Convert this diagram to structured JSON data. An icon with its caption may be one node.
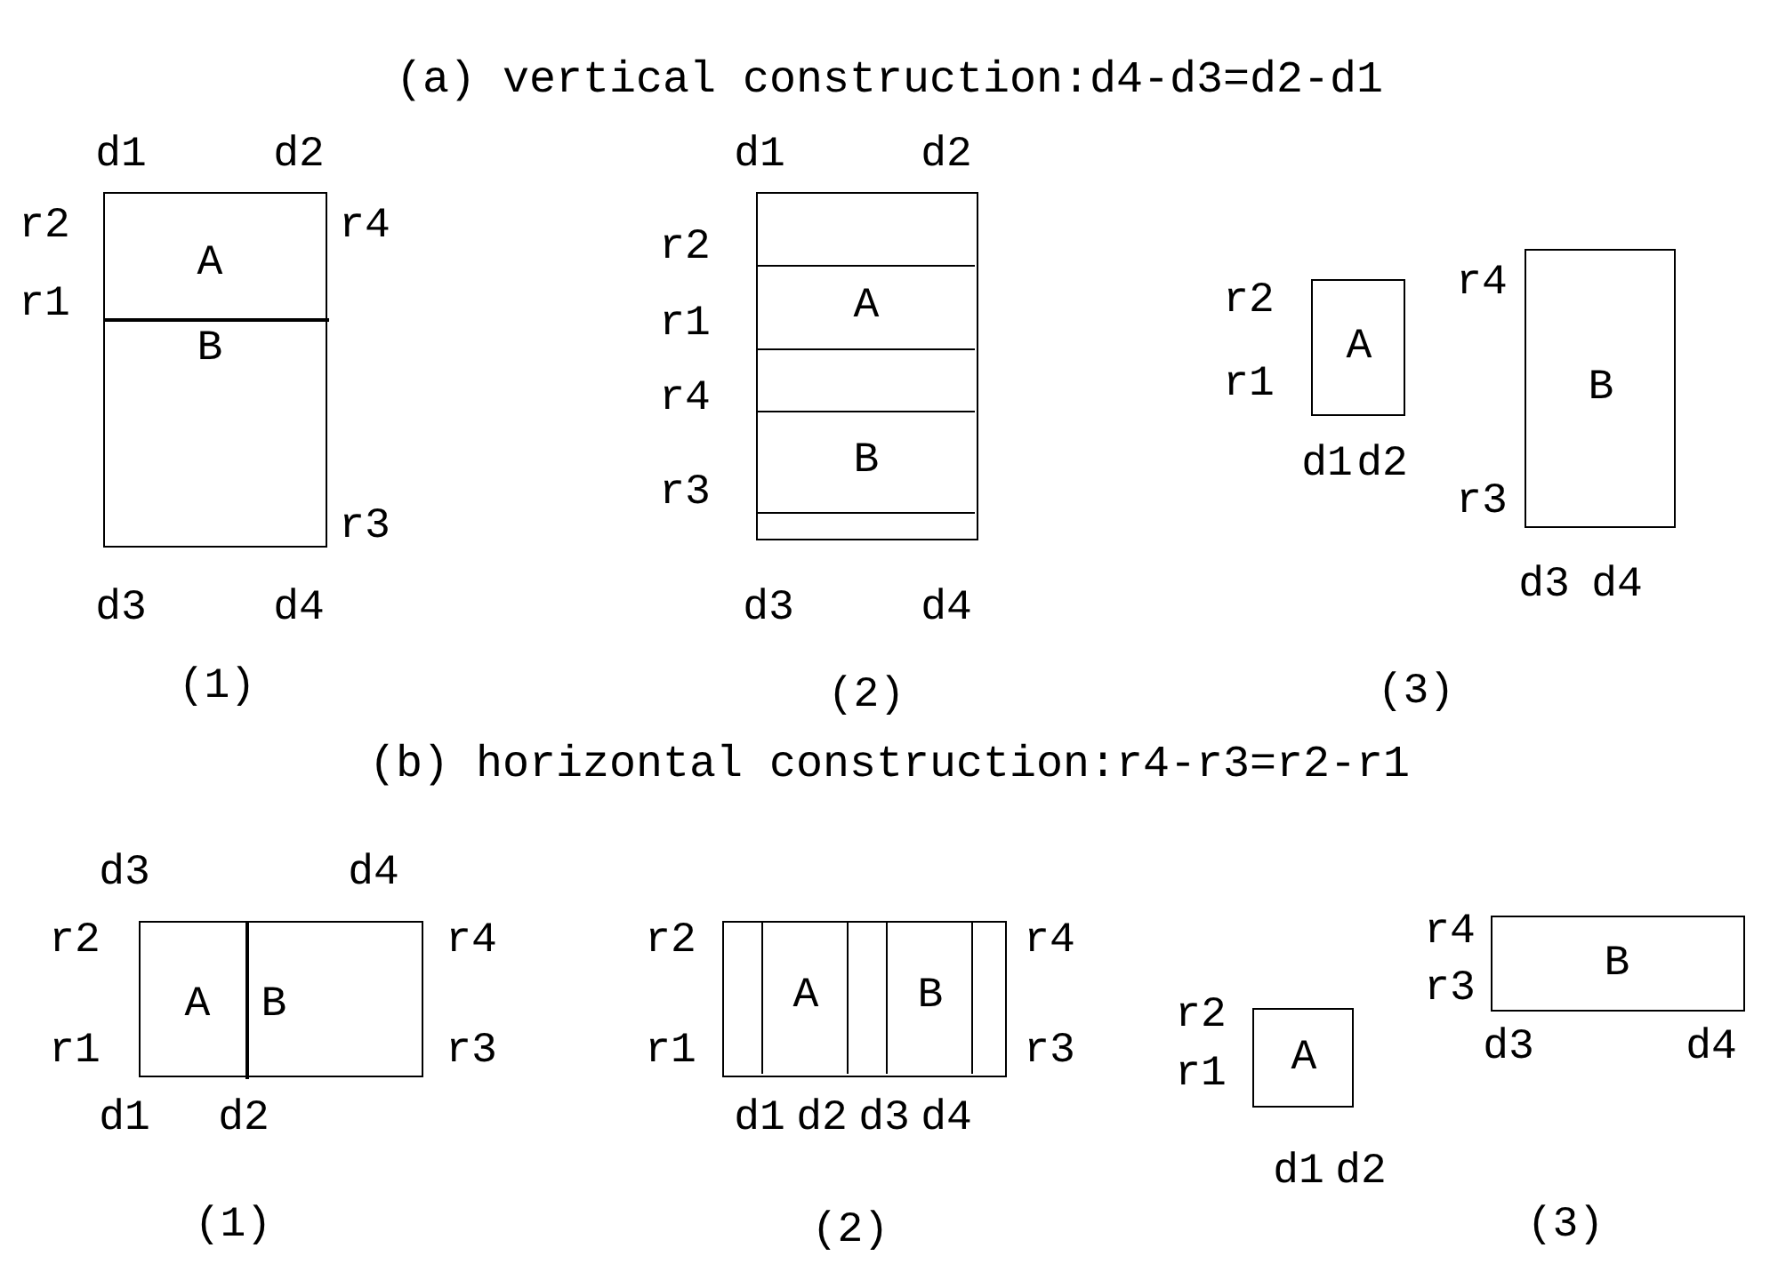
{
  "diagram": {
    "nodes": [
      {
        "text": [
          "A",
          "B"
        ]
      },
      {
        "text": [],
        "shape": "box"
      },
      {
        "text": [
          "A"
        ],
        "in": 1
      },
      {
        "text": [
          "B"
        ],
        "in": 1
      },
      {
        "text": [
          "A"
        ]
      },
      {
        "text": [
          "B"
        ]
      },
      {
        "text": [
          "A",
          "B"
        ]
      },
      {
        "text": [],
        "shape": "box"
      },
      {
        "text": [
          "A"
        ],
        "in": 7
      },
      {
        "text": [
          "B"
        ],
        "in": 7
      },
      {
        "text": [
          "A"
        ]
      },
      {
        "text": [
          "B"
        ]
      }
    ],
    "edges": [],
    "labels": [
      "(a) vertical construction:d4-d3=d2-d1",
      "d1",
      "d2",
      "r2",
      "r4",
      "r1",
      "r3",
      "d3",
      "d4",
      "(1)",
      "d1",
      "d2",
      "r2",
      "r1",
      "r4",
      "r3",
      "d3",
      "d4",
      "(2)",
      "r4",
      "r2",
      "r1",
      "r3",
      "d1",
      "d2",
      "d3",
      "d4",
      "(3)",
      "(b) horizontal construction:r4-r3=r2-r1",
      "d3",
      "d4",
      "r2",
      "r4",
      "r1",
      "r3",
      "d1",
      "d2",
      "(1)",
      "r2",
      "r4",
      "r1",
      "r3",
      "d1",
      "d2",
      "d3",
      "d4",
      "(2)",
      "r4",
      "r3",
      "r2",
      "r1",
      "d3",
      "d4",
      "d1",
      "d2",
      "(3)"
    ]
  }
}
